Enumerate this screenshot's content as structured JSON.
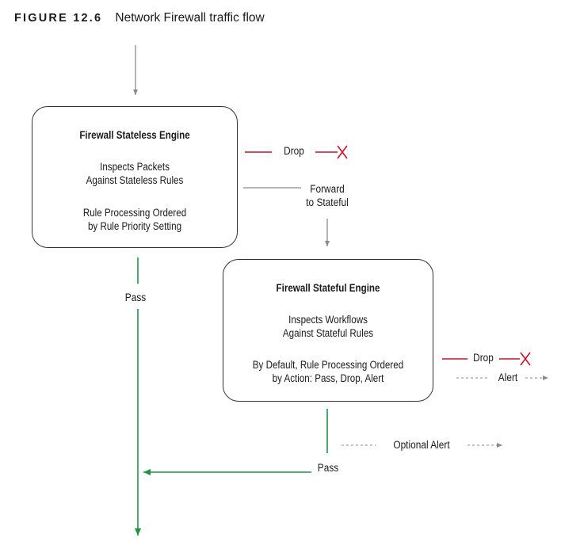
{
  "figure": {
    "label": "FIGURE 12.6",
    "title": "Network Firewall traffic flow"
  },
  "stateless_engine": {
    "title": "Firewall Stateless Engine",
    "line1": "Inspects Packets",
    "line2": "Against Stateless Rules",
    "line3": "Rule Processing Ordered",
    "line4": "by Rule Priority Setting"
  },
  "stateful_engine": {
    "title": "Firewall Stateful Engine",
    "line1": "Inspects Workflows",
    "line2": "Against Stateful Rules",
    "line3": "By Default, Rule Processing Ordered",
    "line4": "by Action: Pass, Drop, Alert"
  },
  "labels": {
    "drop_stateless": "Drop",
    "forward_line1": "Forward",
    "forward_line2": "to Stateful",
    "pass_stateless": "Pass",
    "drop_stateful": "Drop",
    "alert_stateful": "Alert",
    "optional_alert": "Optional Alert",
    "pass_stateful": "Pass"
  },
  "colors": {
    "drop": "#c8102e",
    "pass": "#1a9641",
    "neutral": "#8a8a8a",
    "border": "#333333"
  }
}
